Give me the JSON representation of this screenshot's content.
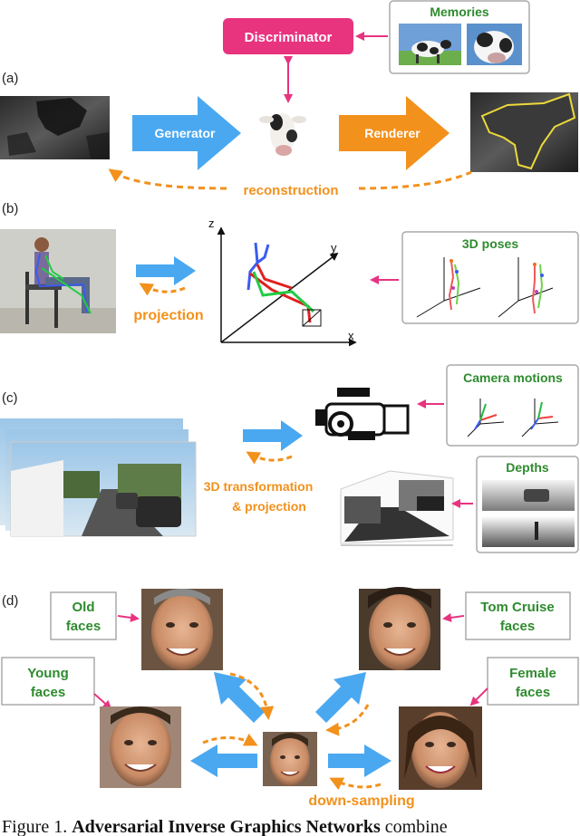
{
  "panels": {
    "a": {
      "label": "(a)",
      "discriminator": "Discriminator",
      "memories_title": "Memories",
      "generator": "Generator",
      "renderer": "Renderer",
      "reconstruction": "reconstruction"
    },
    "b": {
      "label": "(b)",
      "poses_title": "3D poses",
      "projection": "projection",
      "axis_z": "z",
      "axis_y": "y",
      "axis_x": "x"
    },
    "c": {
      "label": "(c)",
      "camera_title": "Camera motions",
      "depths_title": "Depths",
      "transform_line1": "3D transformation",
      "transform_line2": "& projection"
    },
    "d": {
      "label": "(d)",
      "old_line1": "Old",
      "old_line2": "faces",
      "young_line1": "Young",
      "young_line2": "faces",
      "tom_line1": "Tom Cruise",
      "tom_line2": "faces",
      "female_line1": "Female",
      "female_line2": "faces",
      "downsampling": "down-sampling"
    }
  },
  "caption": {
    "prefix": "Figure 1. ",
    "bold": "Adversarial Inverse Graphics Networks",
    "suffix": " combine"
  },
  "colors": {
    "magenta": "#e8337f",
    "blue": "#4aa8f0",
    "orange": "#f2911c",
    "green": "#2e8b2e"
  }
}
